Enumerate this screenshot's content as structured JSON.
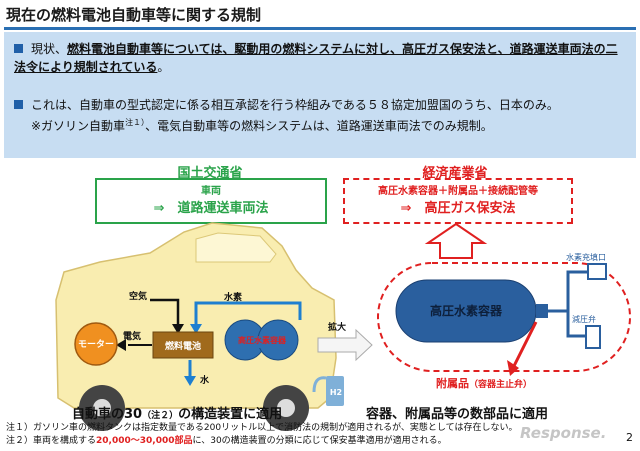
{
  "title": "現在の燃料電池自動車等に関する規制",
  "bullets": {
    "b1_pre": "現状、",
    "b1_bold": "燃料電池自動車等については、駆動用の燃料システムに対し、高圧ガス保安法と、道路運送車両法の二法令により規制されている",
    "b1_post": "。",
    "b2_line1": "これは、自動車の型式認定に係る相互承認を行う枠組みである５８協定加盟国のうち、日本のみ。",
    "b2_line2": "※ガソリン自動車",
    "b2_sup": "注１）",
    "b2_line3": "、電気自動車等の燃料システムは、道路運送車両法でのみ規制。"
  },
  "mlit": {
    "ministry": "国土交通省",
    "item": "車両",
    "law": "⇒　道路運送車両法"
  },
  "meti": {
    "ministry": "経済産業省",
    "item": "高圧水素容器＋附属品＋接続配管等",
    "law": "⇒　高圧ガス保安法"
  },
  "car": {
    "motor": "モーター",
    "electricity": "電気",
    "fuel_cell": "燃料電池",
    "tank": "高圧水素容器",
    "air": "空気",
    "hydrogen": "水素",
    "water": "水",
    "h2_badge": "H2",
    "zoom": "拡大",
    "caption_a": "自動車の30",
    "caption_note": "（注２）",
    "caption_b": "の構造装置に適用"
  },
  "tank_detail": {
    "tank": "高圧水素容器",
    "inlet": "水素充填口",
    "valve": "減圧弁",
    "accessory": "附属品",
    "accessory_sub": "（容器主止弁）",
    "caption": "容器、附属品等の数部品に適用"
  },
  "notes": {
    "n1": "注１）ガソリン車の燃料タンクは指定数量である200リットル以上で消防法の規制が適用されるが、実態としては存在しない。",
    "n2_pre": "注２）車両を構成する",
    "n2_red": "20,000～30,000部品",
    "n2_post": "に、30の構造装置の分類に応じて保安基準適用が適用される。"
  },
  "page_number": "2",
  "watermark": "Response."
}
